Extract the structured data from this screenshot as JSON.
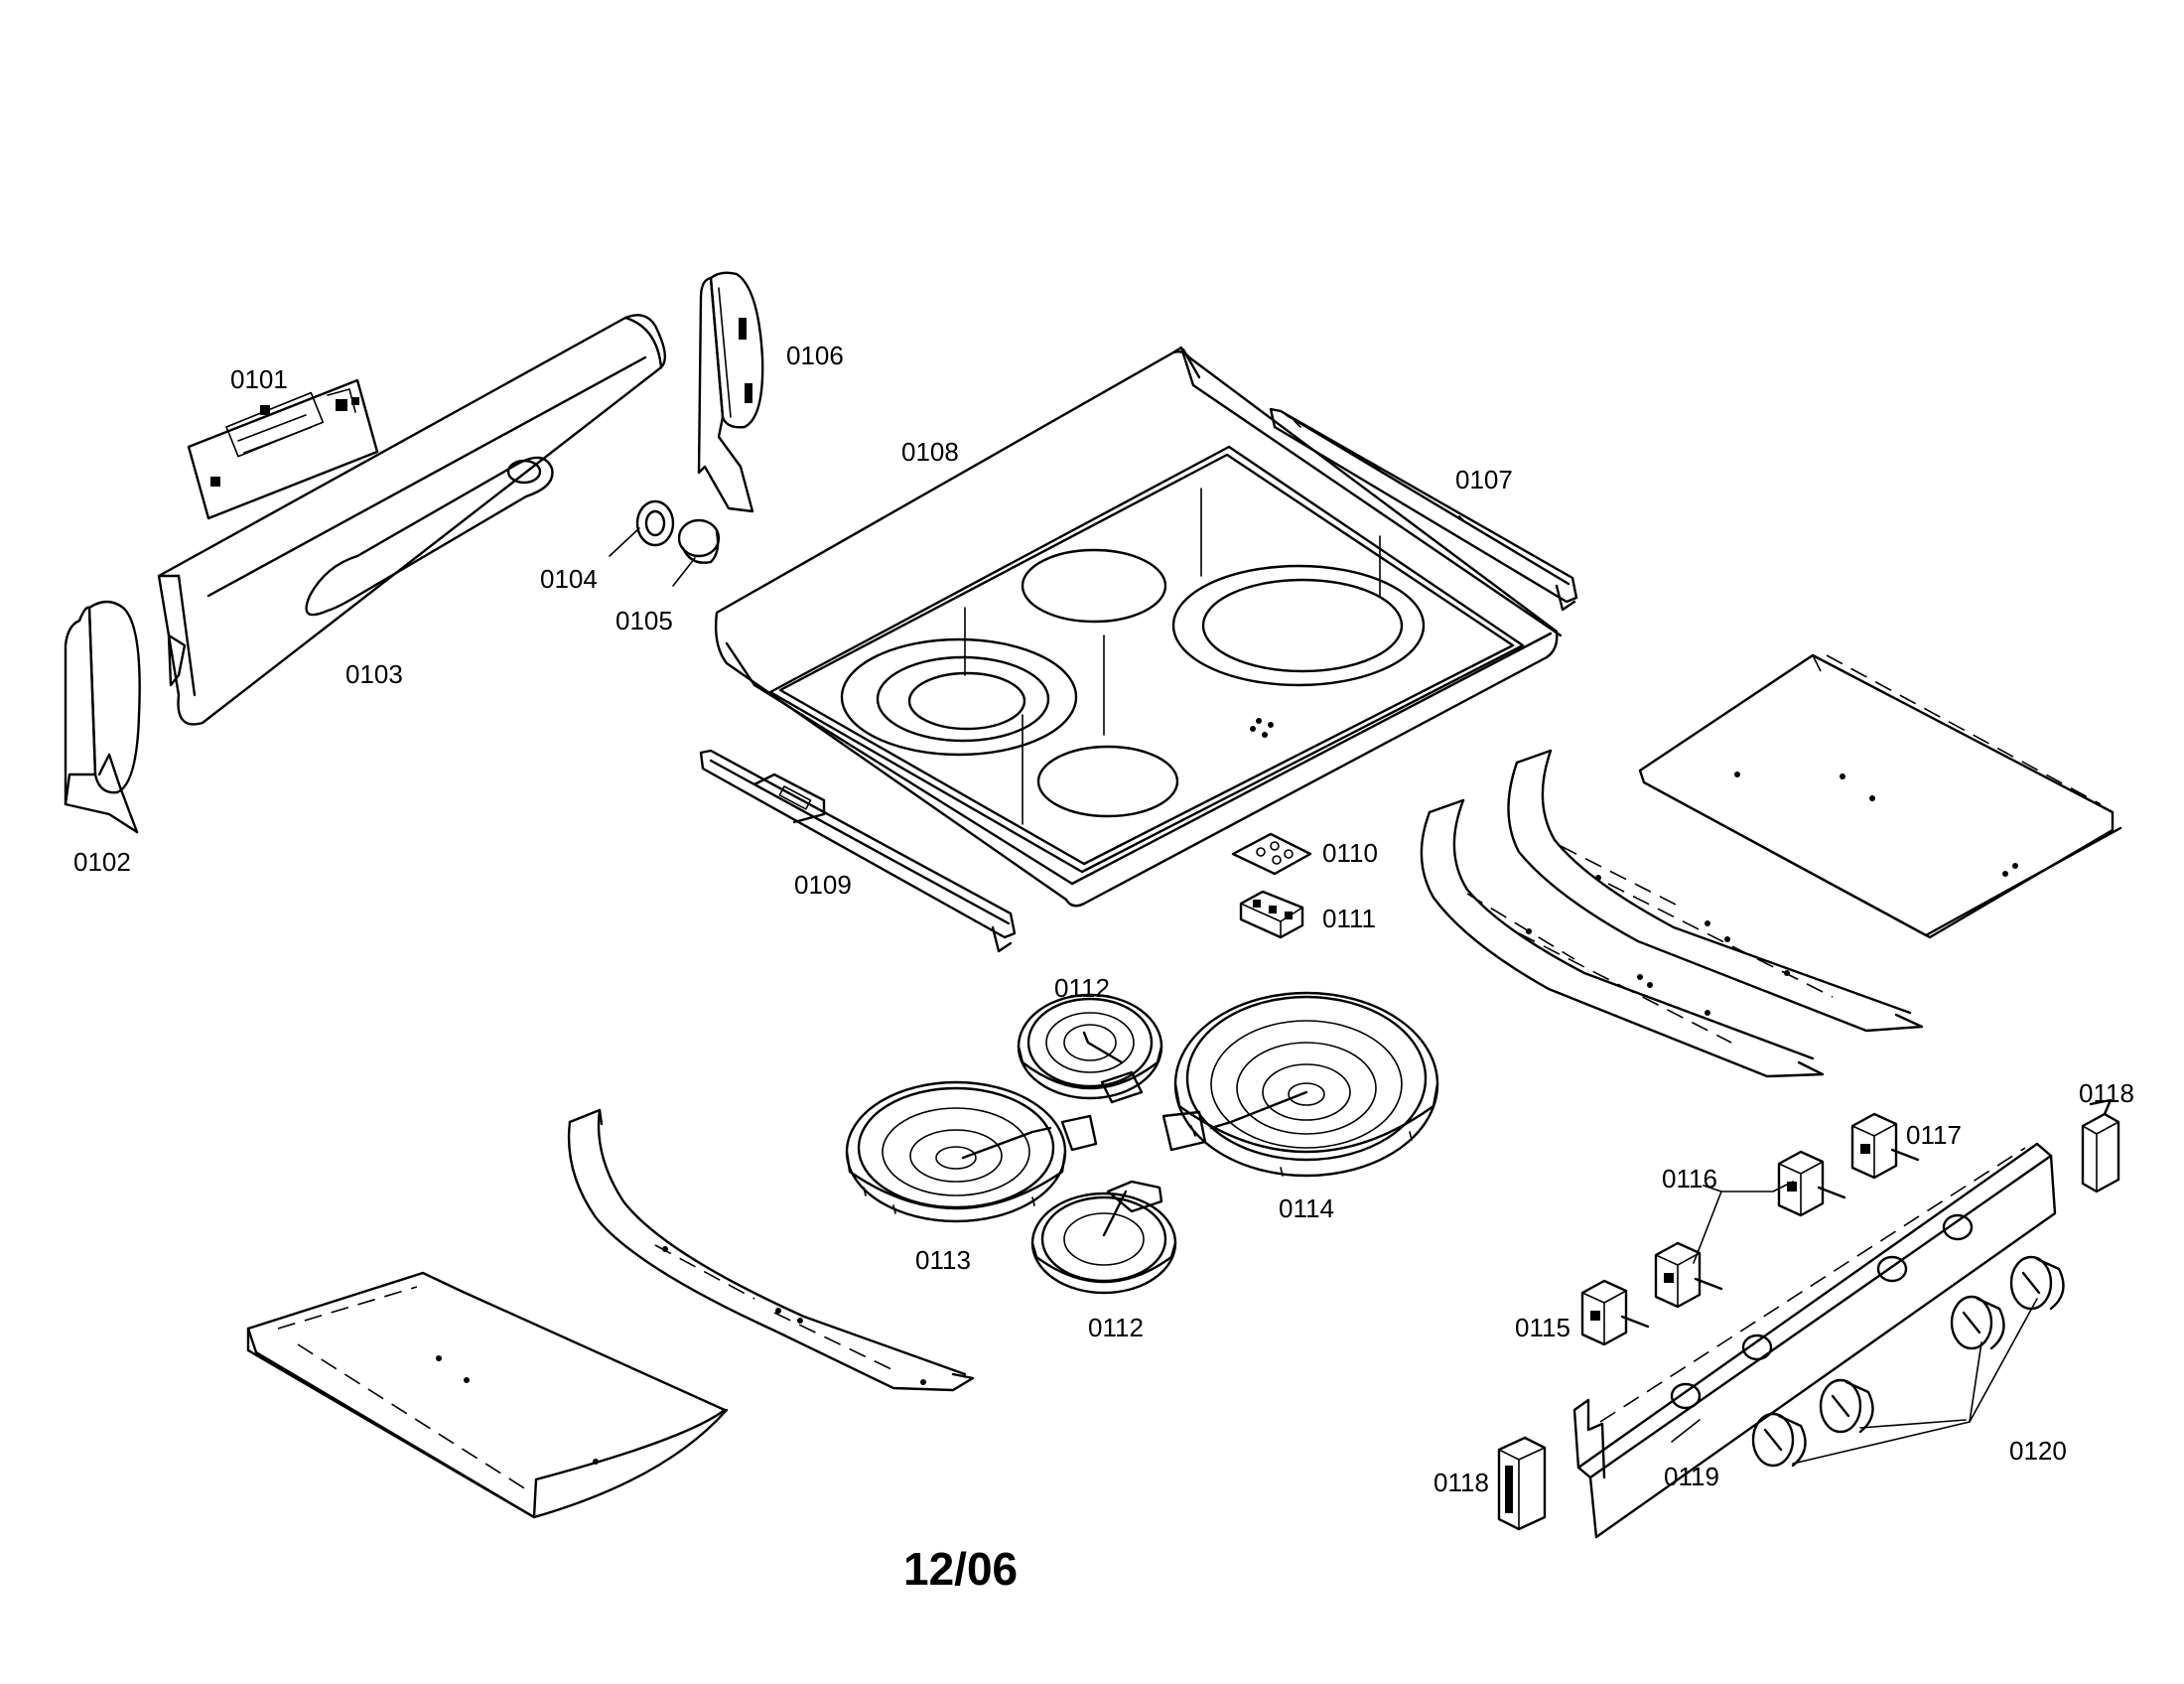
{
  "diagram": {
    "date_code": "12/06",
    "labels": {
      "p0101": "0101",
      "p0102": "0102",
      "p0103": "0103",
      "p0104": "0104",
      "p0105": "0105",
      "p0106": "0106",
      "p0107": "0107",
      "p0108": "0108",
      "p0109": "0109",
      "p0110": "0110",
      "p0111": "0111",
      "p0112a": "0112",
      "p0112b": "0112",
      "p0113": "0113",
      "p0114": "0114",
      "p0115": "0115",
      "p0116": "0116",
      "p0117": "0117",
      "p0118a": "0118",
      "p0118b": "0118",
      "p0119": "0119",
      "p0120": "0120"
    }
  }
}
